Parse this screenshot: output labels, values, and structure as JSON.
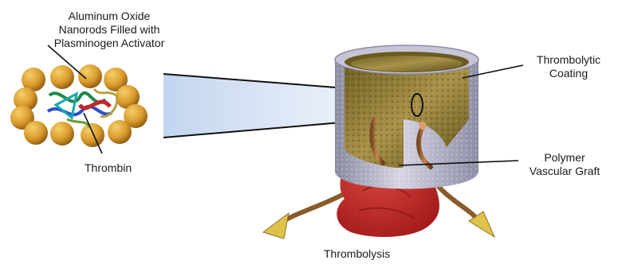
{
  "labels": {
    "nanorods": [
      "Aluminum Oxide",
      "Nanorods Filled with",
      "Plasminogen Activator"
    ],
    "thrombin": "Thrombin",
    "thrombolytic_coating": [
      "Thrombolytic",
      "Coating"
    ],
    "polymer_graft": [
      "Polymer",
      "Vascular Graft"
    ],
    "thrombolysis": "Thrombolysis"
  },
  "colors": {
    "nanorod": "#d9a33a",
    "coating": "#8c7a35",
    "graft": "#b6b4c6",
    "clot": "#c0282a",
    "arrow": "#e0c24a",
    "beam": "#c9d9f0"
  }
}
